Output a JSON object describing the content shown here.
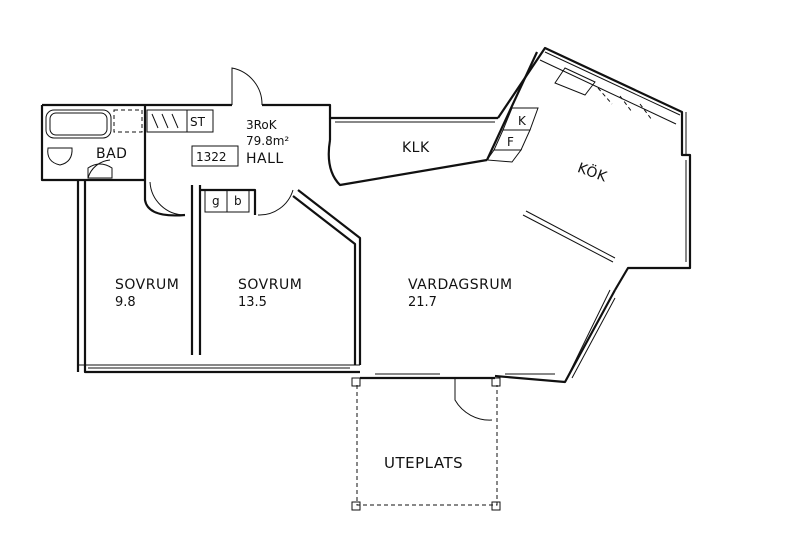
{
  "apartment": {
    "type": "3RoK",
    "area": "79.8m²",
    "number": "1322"
  },
  "rooms": {
    "bad": "BAD",
    "st": "ST",
    "hall": "HALL",
    "klk": "KLK",
    "kok": "KÖK",
    "sovrum1": {
      "name": "SOVRUM",
      "area": "9.8"
    },
    "sovrum2": {
      "name": "SOVRUM",
      "area": "13.5"
    },
    "vardagsrum": {
      "name": "VARDAGSRUM",
      "area": "21.7"
    },
    "uteplats": "UTEPLATS"
  },
  "fixtures": {
    "g": "g",
    "b": "b",
    "k": "K",
    "f": "F"
  }
}
